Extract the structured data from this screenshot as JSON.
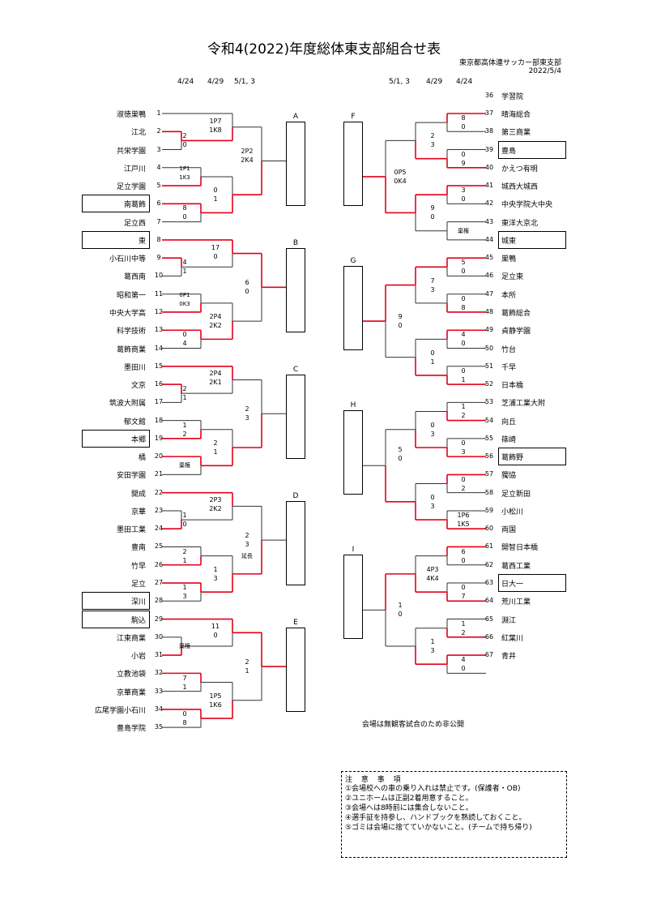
{
  "title": "令和4(2022)年度総体東支部組合せ表",
  "organizer": "東京都高体連サッカー部東支部",
  "date": "2022/5/4",
  "left_header": [
    "4/24",
    "4/29",
    "5/1, 3"
  ],
  "right_header": [
    "5/1, 3",
    "4/29",
    "4/24"
  ],
  "venue_note": "会場は無観客試合のため非公開",
  "notice": {
    "title": "注 意 事 項",
    "items": [
      "①会場校への車の乗り入れは禁止です。(保護者・OB)",
      "②ユニホームは正副2着用意すること。",
      "③会場へは8時前には集合しないこと。",
      "④選手証を持参し、ハンドブックを熟読しておくこと。",
      "⑤ゴミは会場に捨てていかないこと。(チームで持ち帰り)"
    ]
  },
  "forfeit_label": "棄権",
  "extra_time_label": "延長",
  "teams": [
    {
      "n": "1",
      "name": "淑徳巣鴨"
    },
    {
      "n": "2",
      "name": "江北"
    },
    {
      "n": "3",
      "name": "共栄学園"
    },
    {
      "n": "4",
      "name": "江戸川"
    },
    {
      "n": "5",
      "name": "足立学園"
    },
    {
      "n": "6",
      "name": "南葛飾",
      "seed": true
    },
    {
      "n": "7",
      "name": "足立西"
    },
    {
      "n": "8",
      "name": "東",
      "seed": true
    },
    {
      "n": "9",
      "name": "小石川中等"
    },
    {
      "n": "10",
      "name": "葛西南"
    },
    {
      "n": "11",
      "name": "昭和第一"
    },
    {
      "n": "12",
      "name": "中央大学高"
    },
    {
      "n": "13",
      "name": "科学技術"
    },
    {
      "n": "14",
      "name": "葛飾商業"
    },
    {
      "n": "15",
      "name": "墨田川"
    },
    {
      "n": "16",
      "name": "文京"
    },
    {
      "n": "17",
      "name": "筑波大附属"
    },
    {
      "n": "18",
      "name": "郁文館"
    },
    {
      "n": "19",
      "name": "本郷",
      "seed": true
    },
    {
      "n": "20",
      "name": "橘"
    },
    {
      "n": "21",
      "name": "安田学園"
    },
    {
      "n": "22",
      "name": "開成"
    },
    {
      "n": "23",
      "name": "京華"
    },
    {
      "n": "24",
      "name": "墨田工業"
    },
    {
      "n": "25",
      "name": "豊南"
    },
    {
      "n": "26",
      "name": "竹早"
    },
    {
      "n": "27",
      "name": "足立"
    },
    {
      "n": "28",
      "name": "深川",
      "seed": true
    },
    {
      "n": "29",
      "name": "駒込",
      "seed": true
    },
    {
      "n": "30",
      "name": "江東商業"
    },
    {
      "n": "31",
      "name": "小岩"
    },
    {
      "n": "32",
      "name": "立教池袋"
    },
    {
      "n": "33",
      "name": "京華商業"
    },
    {
      "n": "34",
      "name": "広尾学園小石川"
    },
    {
      "n": "35",
      "name": "豊島学院"
    },
    {
      "n": "36",
      "name": "学習院"
    },
    {
      "n": "37",
      "name": "晴海総合"
    },
    {
      "n": "38",
      "name": "第三商業"
    },
    {
      "n": "39",
      "name": "豊島",
      "seed": true
    },
    {
      "n": "40",
      "name": "かえつ有明"
    },
    {
      "n": "41",
      "name": "城西大城西"
    },
    {
      "n": "42",
      "name": "中央学院大中央"
    },
    {
      "n": "43",
      "name": "東洋大京北"
    },
    {
      "n": "44",
      "name": "城東",
      "seed": true
    },
    {
      "n": "45",
      "name": "巣鴨"
    },
    {
      "n": "46",
      "name": "足立東"
    },
    {
      "n": "47",
      "name": "本所"
    },
    {
      "n": "48",
      "name": "葛飾総合"
    },
    {
      "n": "49",
      "name": "貞静学園"
    },
    {
      "n": "50",
      "name": "竹台"
    },
    {
      "n": "51",
      "name": "千早"
    },
    {
      "n": "52",
      "name": "日本橋"
    },
    {
      "n": "53",
      "name": "芝浦工業大附"
    },
    {
      "n": "54",
      "name": "向丘"
    },
    {
      "n": "55",
      "name": "篠崎"
    },
    {
      "n": "56",
      "name": "葛飾野",
      "seed": true
    },
    {
      "n": "57",
      "name": "獨協"
    },
    {
      "n": "58",
      "name": "足立新田"
    },
    {
      "n": "59",
      "name": "小松川"
    },
    {
      "n": "60",
      "name": "両国"
    },
    {
      "n": "61",
      "name": "開智日本橋"
    },
    {
      "n": "62",
      "name": "葛西工業"
    },
    {
      "n": "63",
      "name": "日大一",
      "seed": true
    },
    {
      "n": "64",
      "name": "荒川工業"
    },
    {
      "n": "65",
      "name": "淵江"
    },
    {
      "n": "66",
      "name": "紅葉川"
    },
    {
      "n": "67",
      "name": "青井"
    }
  ],
  "blocks": [
    "A",
    "B",
    "C",
    "D",
    "E",
    "F",
    "G",
    "H",
    "I"
  ],
  "scores": [
    [
      "1P7",
      "1K8"
    ],
    [
      "2",
      "0"
    ],
    [
      "1P1",
      "1K3"
    ],
    [
      "8",
      "0"
    ],
    [
      "0",
      "1"
    ],
    [
      "2P2",
      "2K4"
    ],
    [
      "17",
      "0"
    ],
    [
      "4",
      "1"
    ],
    [
      "0P1",
      "0K3"
    ],
    [
      "0",
      "4"
    ],
    [
      "2P4",
      "2K2"
    ],
    [
      "6",
      "0"
    ],
    [
      "2P4",
      "2K1"
    ],
    [
      "2",
      "1"
    ],
    [
      "1",
      "2"
    ],
    [
      "2",
      "1"
    ],
    [
      "2",
      "3"
    ],
    [
      "2P3",
      "2K2"
    ],
    [
      "1",
      "0"
    ],
    [
      "2",
      "1"
    ],
    [
      "1",
      "3"
    ],
    [
      "1",
      "3"
    ],
    [
      "2",
      "3"
    ],
    [
      "11",
      "0"
    ],
    [
      "7",
      "1"
    ],
    [
      "0",
      "8"
    ],
    [
      "1P5",
      "1K6"
    ],
    [
      "2",
      "1"
    ],
    [
      "8",
      "0"
    ],
    [
      "2",
      "3"
    ],
    [
      "0",
      "9"
    ],
    [
      "3",
      "0"
    ],
    [
      "9",
      "0"
    ],
    [
      "0P5",
      "0K4"
    ],
    [
      "5",
      "0"
    ],
    [
      "7",
      "3"
    ],
    [
      "0",
      "8"
    ],
    [
      "4",
      "0"
    ],
    [
      "0",
      "1"
    ],
    [
      "0",
      "1"
    ],
    [
      "9",
      "0"
    ],
    [
      "1",
      "2"
    ],
    [
      "0",
      "3"
    ],
    [
      "0",
      "3"
    ],
    [
      "5",
      "0"
    ],
    [
      "0",
      "2"
    ],
    [
      "1P6",
      "1K5"
    ],
    [
      "0",
      "3"
    ],
    [
      "6",
      "0"
    ],
    [
      "4P3",
      "4K4"
    ],
    [
      "0",
      "7"
    ],
    [
      "1",
      "2"
    ],
    [
      "4",
      "0"
    ],
    [
      "1",
      "3"
    ],
    [
      "1",
      "0"
    ]
  ]
}
